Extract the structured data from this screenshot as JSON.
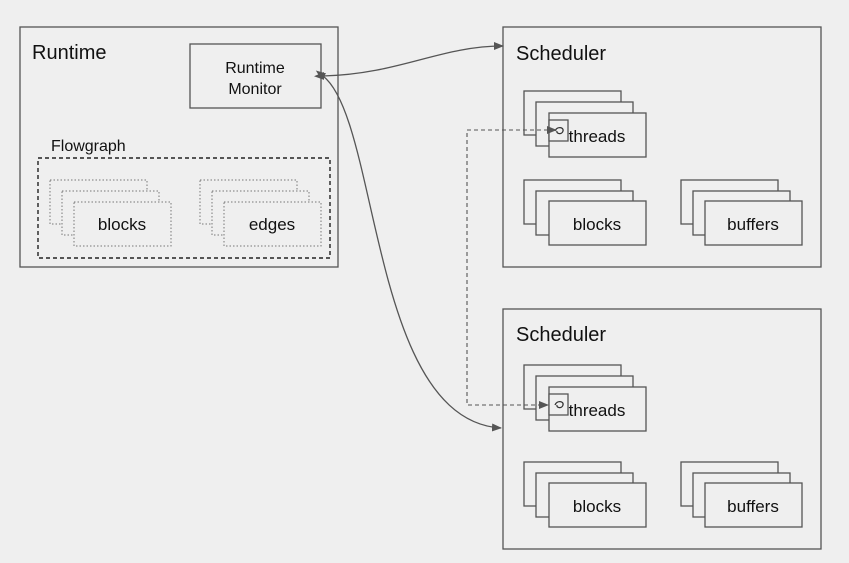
{
  "runtime": {
    "title": "Runtime",
    "monitor_line1": "Runtime",
    "monitor_line2": "Monitor",
    "flowgraph": {
      "title": "Flowgraph",
      "blocks_label": "blocks",
      "edges_label": "edges"
    }
  },
  "schedulers": [
    {
      "title": "Scheduler",
      "threads_label": "threads",
      "blocks_label": "blocks",
      "buffers_label": "buffers"
    },
    {
      "title": "Scheduler",
      "threads_label": "threads",
      "blocks_label": "blocks",
      "buffers_label": "buffers"
    }
  ]
}
